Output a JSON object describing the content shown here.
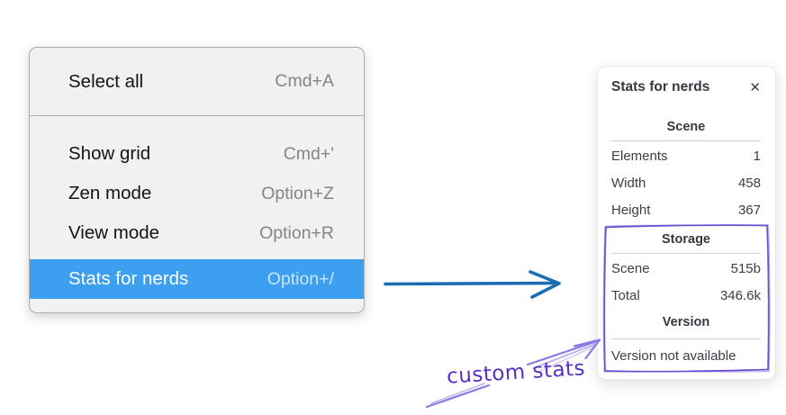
{
  "context_menu": {
    "sections": [
      {
        "items": [
          {
            "label": "Select all",
            "shortcut": "Cmd+A",
            "selected": false
          }
        ]
      },
      {
        "items": [
          {
            "label": "Show grid",
            "shortcut": "Cmd+'",
            "selected": false
          },
          {
            "label": "Zen mode",
            "shortcut": "Option+Z",
            "selected": false
          },
          {
            "label": "View mode",
            "shortcut": "Option+R",
            "selected": false
          },
          {
            "label": "Stats for nerds",
            "shortcut": "Option+/",
            "selected": true
          }
        ]
      }
    ]
  },
  "stats_panel": {
    "title": "Stats for nerds",
    "close_icon": "✕",
    "sections": [
      {
        "heading": "Scene",
        "rows": [
          {
            "label": "Elements",
            "value": "1"
          },
          {
            "label": "Width",
            "value": "458"
          },
          {
            "label": "Height",
            "value": "367"
          }
        ]
      },
      {
        "heading": "Storage",
        "rows": [
          {
            "label": "Scene",
            "value": "515b"
          },
          {
            "label": "Total",
            "value": "346.6k"
          }
        ]
      },
      {
        "heading": "Version",
        "note": "Version not available"
      }
    ]
  },
  "annotation": {
    "label": "custom stats"
  },
  "colors": {
    "menu_background": "#f1f1f2",
    "menu_border": "#acacaf",
    "menu_highlight": "#3d9ff0",
    "menu_highlight_text": "#ffffff",
    "menu_shortcut_text": "#84848a",
    "flow_arrow_blue": "#1c6cb4",
    "annotation_text_purple": "#5630c6",
    "annotation_box_purple": "#6a4fd0",
    "annotation_arrow_purple": "#8b78e6",
    "panel_text": "#343a40"
  }
}
